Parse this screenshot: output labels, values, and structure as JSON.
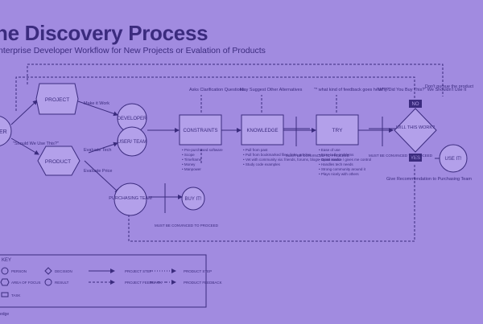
{
  "title": "he Discovery Process",
  "subtitle": "nterprise Developer Workflow for New Projects or Evalation of Products",
  "colors": {
    "background": "#a18be0",
    "ink": "#3b2b7e",
    "shape_fill": "#b3a0ea"
  },
  "nodes": {
    "start": "ER",
    "project": "PROJECT",
    "product": "PRODUCT",
    "developer": "DEVELOPER",
    "user_team": "USER/ TEAM",
    "purchasing_team": "PURCHASING TEAM",
    "buy_it": "BUY IT!",
    "constraints": "CONSTRAINTS",
    "knowledge": "KNOWLEDGE",
    "try": "TRY",
    "will_this_work": "WILL THIS WORK?",
    "no": "NO",
    "yes": "YES",
    "use_it": "USE IT!"
  },
  "labels": {
    "make_it_work": "Make it Work",
    "should_we_use": "\"Should We Use This?\"",
    "evaluate_tech": "Evaluate Tech",
    "evaluate_price": "Evaluate Price",
    "ask_clarification": "Asks Clarification Questions",
    "may_suggest": "May Suggest Other Alternatives",
    "what_kind_feedback": "\"* what kind of feedback goes here\"??",
    "why_did_you_buy": "\"Why Did You Buy This?\" We Shouldn't Use It",
    "dont_pursue": "Don't pursue the product",
    "give_recommendation": "Give Recommendation to Purchasing Team",
    "must_be_convinced_1": "MUST BE CONVINCED TO PROCEED",
    "must_be_convinced_2": "MUST BE CONVINCED TO PROCEED",
    "must_be_convinced_3": "MUST BE CONVINCED TO PROCEED"
  },
  "constraints_list": [
    "• Pre-purchased software",
    "• Scope",
    "• Timeframe",
    "• Money",
    "• Manpower"
  ],
  "knowledge_list": [
    "• Pull from past",
    "• Pull from bookmarked files, links, articles",
    "• Vet with community via: friends, forums, blogs, social media",
    "• Study code examples"
  ],
  "try_list": [
    "• Ease of use",
    "• Easy to fix problems",
    "• Open source / gives me control",
    "• Handles tech needs",
    "• Strong community around it",
    "• Plays nicely with others"
  ],
  "key": {
    "title": "KEY",
    "person": "PERSON",
    "area_of_focus": "AREA OF FOCUS",
    "task": "TASK",
    "decision": "DECISION",
    "result": "RESULT",
    "project_step": "PROJECT STEP",
    "project_feedback": "PROJECT FEEDBACK",
    "product_step": "PRODUCT STEP",
    "product_feedback": "PRODUCT FEEDBACK"
  },
  "footer": "edge"
}
